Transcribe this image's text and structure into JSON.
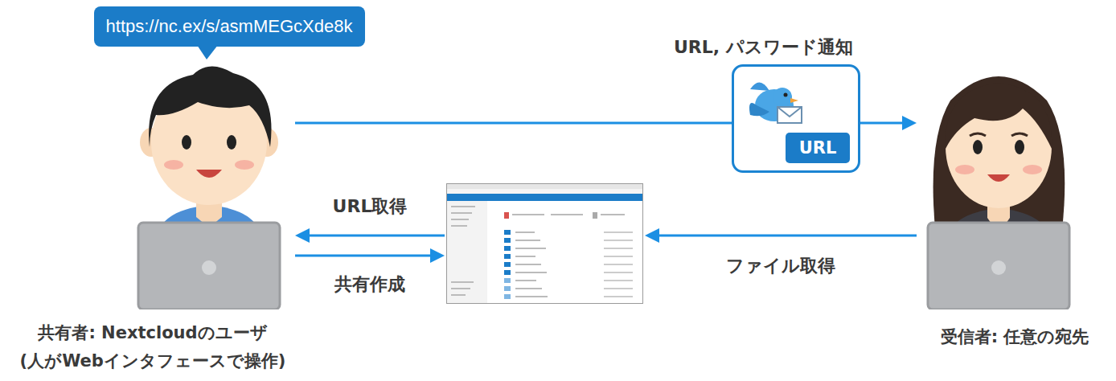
{
  "diagram": {
    "nodes": [
      {
        "text": [
          "https://nc.ex/s/asmMEGcXde8k"
        ]
      },
      {
        "text": [
          "共有者: Nextcloudのユーザ",
          "(人がWebインタフェースで操作)"
        ]
      },
      {
        "text": [
          "URL"
        ]
      },
      {
        "text": []
      },
      {
        "text": [
          "受信者: 任意の宛先"
        ]
      }
    ],
    "edges": [
      {
        "from": 1,
        "to": 4,
        "arrow": "to"
      },
      {
        "from": 3,
        "to": 1,
        "label": "URL取得",
        "arrow": "to"
      },
      {
        "from": 1,
        "to": 3,
        "label": "共有作成",
        "arrow": "to"
      },
      {
        "from": 4,
        "to": 3,
        "label": "ファイル取得",
        "arrow": "to"
      }
    ],
    "labels": [
      "URL, パスワード通知"
    ]
  }
}
